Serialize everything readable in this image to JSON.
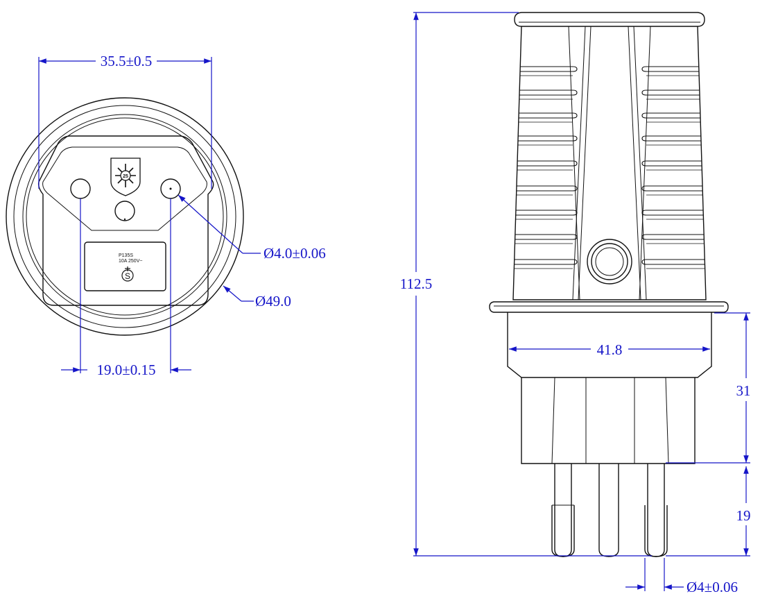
{
  "colors": {
    "dimension": "#1515c8",
    "outline": "#111111"
  },
  "front_view": {
    "dim_width": "35.5±0.5",
    "dim_pin_hole": "Ø4.0±0.06",
    "dim_outer": "Ø49.0",
    "dim_pin_spacing": "19.0±0.15",
    "label_model": "P135S",
    "label_rating": "10A 250V~",
    "icons": [
      "snowflake-shield-icon",
      "s-mark-icon"
    ]
  },
  "side_view": {
    "dim_height": "112.5",
    "dim_body_width": "41.8",
    "dim_body_height": "31",
    "dim_pin_length": "19",
    "dim_pin_diameter": "Ø4±0.06"
  }
}
